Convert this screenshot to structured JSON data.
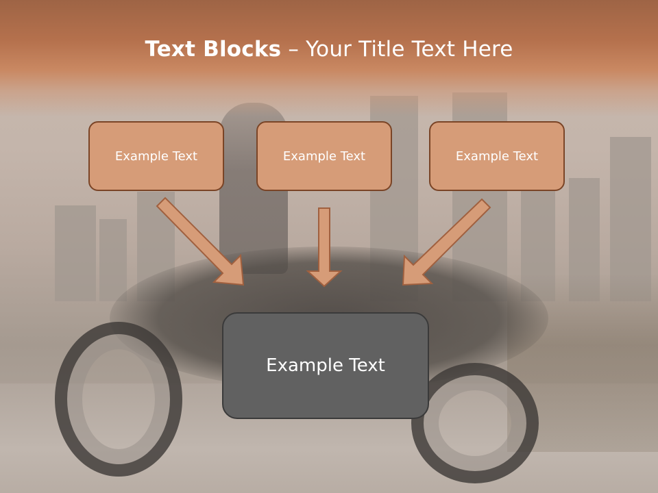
{
  "slide": {
    "title_bold": "Text Blocks",
    "title_dash": " – ",
    "title_rest": "Your Title Text Here"
  },
  "blocks": [
    {
      "label": "Example Text"
    },
    {
      "label": "Example Text"
    },
    {
      "label": "Example Text"
    }
  ],
  "main_block": {
    "label": "Example Text"
  },
  "colors": {
    "header": "#b5714d",
    "block_fill": "#d69c78",
    "block_border": "#7a4426",
    "main_fill": "#616161",
    "arrow_fill": "#d69c78"
  },
  "background_image": "motorcycle-city-skyline-photo"
}
